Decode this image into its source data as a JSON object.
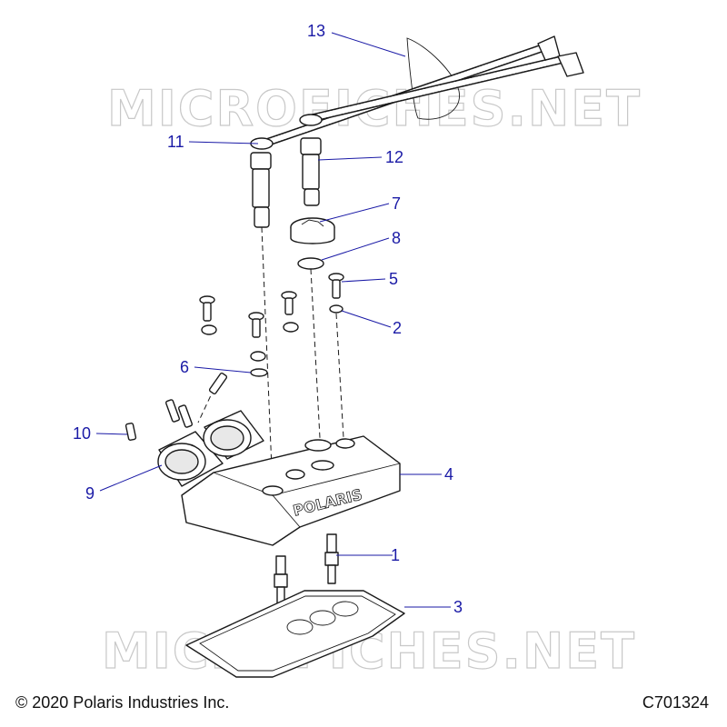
{
  "watermark": {
    "text": "MICROFICHES.NET"
  },
  "callouts": [
    {
      "num": "1"
    },
    {
      "num": "2"
    },
    {
      "num": "3"
    },
    {
      "num": "4"
    },
    {
      "num": "5"
    },
    {
      "num": "6"
    },
    {
      "num": "7"
    },
    {
      "num": "8"
    },
    {
      "num": "9"
    },
    {
      "num": "10"
    },
    {
      "num": "11"
    },
    {
      "num": "12"
    },
    {
      "num": "13"
    }
  ],
  "cover_logo": {
    "text": "POLARIS"
  },
  "footer": {
    "copyright": "© 2020 Polaris Industries Inc.",
    "figure_code": "C701324"
  },
  "colors": {
    "callout": "#1a1aa6",
    "line": "#1a1a1a",
    "watermark": "#c8c8c8"
  }
}
